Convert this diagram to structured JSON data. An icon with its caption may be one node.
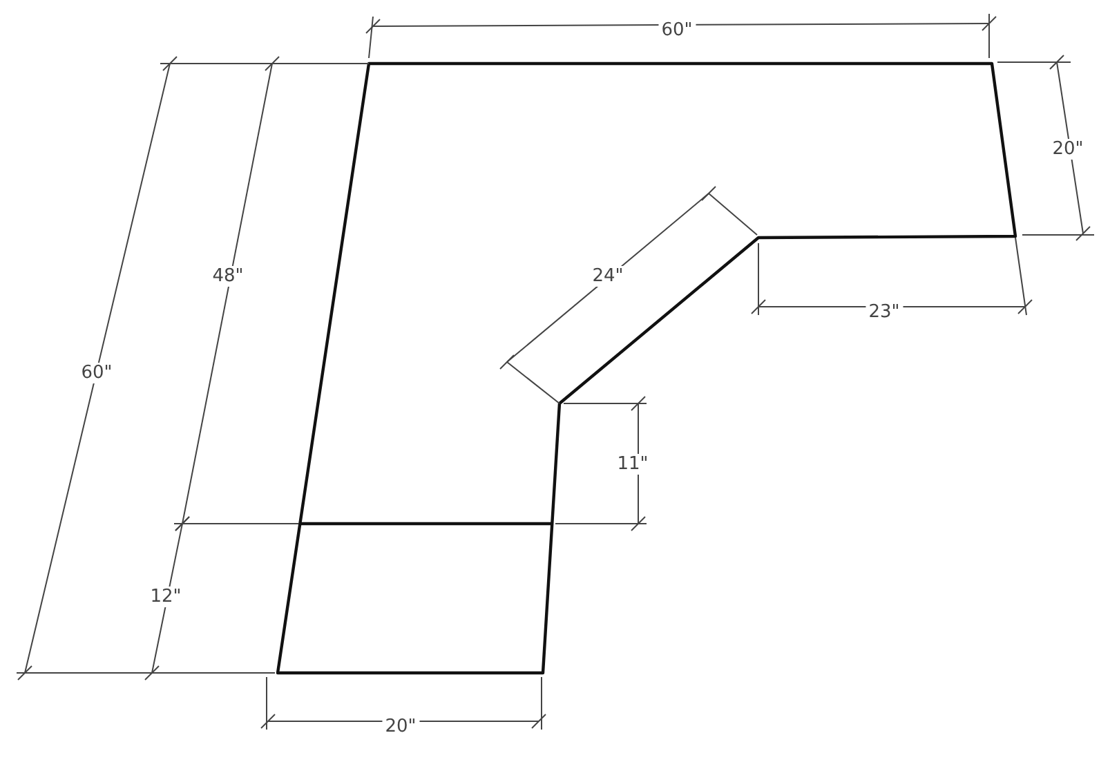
{
  "diagram": {
    "labels": [
      "60\"",
      "20\"",
      "48\"",
      "24\"",
      "23\"",
      "60\"",
      "11\"",
      "12\"",
      "20\""
    ]
  }
}
